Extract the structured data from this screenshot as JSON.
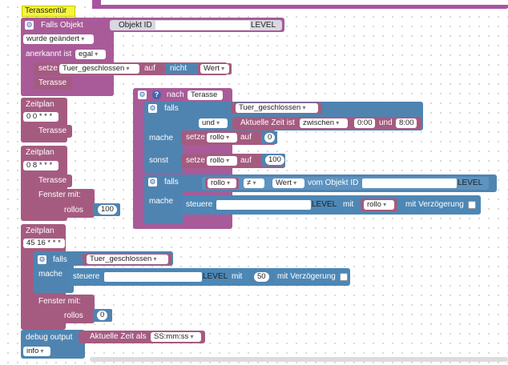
{
  "header": {
    "tab_label": "Terassentür"
  },
  "trigger": {
    "title": "Falls Objekt",
    "object_id_label": "Objekt ID",
    "object_id_value": "LEVEL",
    "change_option": "wurde geändert",
    "ack_label": "anerkannt ist",
    "ack_option": "egal",
    "set_label": "setze",
    "set_var": "Tuer_geschlossen",
    "to_label": "auf",
    "not_label": "nicht",
    "value_label": "Wert",
    "call": "Terasse"
  },
  "schedule1": {
    "label": "Zeitplan",
    "cron": "0 0 * * *",
    "call": "Terasse"
  },
  "schedule2": {
    "label": "Zeitplan",
    "cron": "0 8 * * *",
    "call": "Terasse",
    "fenster": "Fenster mit:",
    "param": "rollos",
    "param_value": "100"
  },
  "schedule3": {
    "label": "Zeitplan",
    "cron": "45 16 * * *",
    "if_label": "falls",
    "cond_var": "Tuer_geschlossen",
    "do_label": "mache",
    "control_label": "steuere",
    "control_value": "LEVEL",
    "with_label": "mit",
    "with_value": "50",
    "delay_label": "mit Verzögerung",
    "fenster": "Fenster mit:",
    "param": "rollos",
    "param_value": "0"
  },
  "debug": {
    "label": "debug output",
    "time_label": "Aktuelle Zeit als",
    "time_format": "SS:mm:ss",
    "level": "info"
  },
  "function": {
    "title": "nach",
    "name": "Terasse",
    "if_label": "falls",
    "cond_var": "Tuer_geschlossen",
    "and_label": "und",
    "time_label": "Aktuelle Zeit ist",
    "between": "zwischen",
    "from": "0:00",
    "and": "und",
    "to": "8:00",
    "do_label": "mache",
    "set_label": "setze",
    "rollo": "rollo",
    "to_label": "auf",
    "val0": "0",
    "else_label": "sonst",
    "val100": "100",
    "if2_label": "falls",
    "neq": "≠",
    "wert": "Wert",
    "vom_objekt": "vom Objekt ID",
    "level": "LEVEL",
    "do2_label": "mache",
    "control_label": "steuere",
    "control_level": "LEVEL",
    "with_label": "mit",
    "delay_label": "mit Verzögerung"
  }
}
